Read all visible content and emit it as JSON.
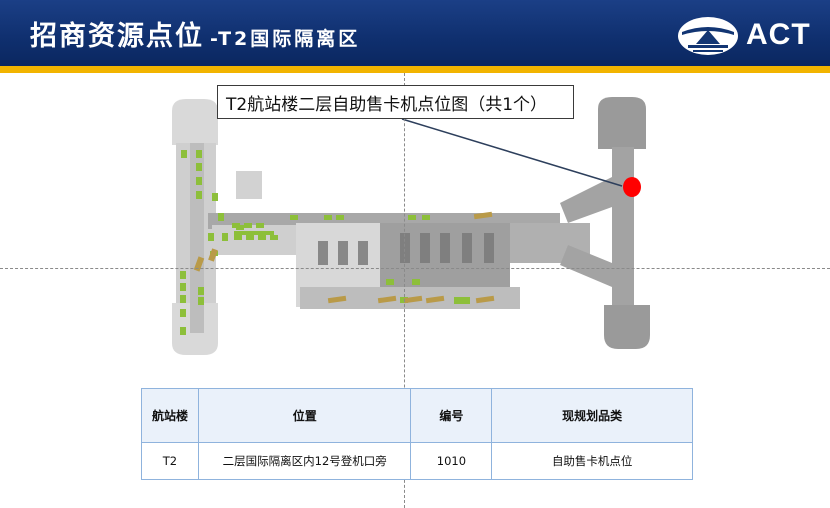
{
  "header": {
    "title_main": "招商资源点位",
    "title_sub": "-T2国际隔离区",
    "logo_text": "ACT",
    "colors": {
      "banner": "#123573",
      "stripe": "#f2b400"
    }
  },
  "callout": {
    "text": "T2航站楼二层自助售卡机点位图（共1个）",
    "marker_color": "#ff0000"
  },
  "table": {
    "headers": [
      "航站楼",
      "位置",
      "编号",
      "现规划品类"
    ],
    "rows": [
      [
        "T2",
        "二层国际隔离区内12号登机口旁",
        "1010",
        "自助售卡机点位"
      ]
    ]
  }
}
